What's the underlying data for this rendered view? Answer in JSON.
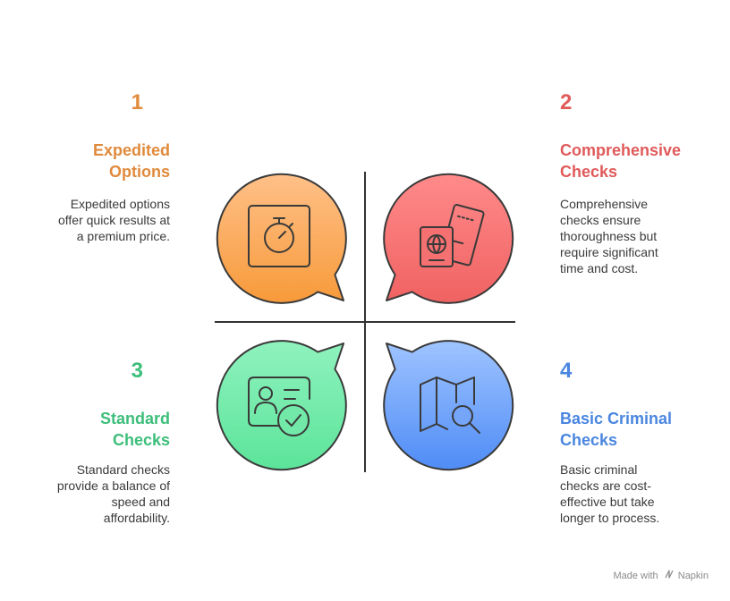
{
  "quadrants": [
    {
      "number": "1",
      "title_line1": "Expedited",
      "title_line2": "Options",
      "desc_lines": [
        "Expedited options",
        "offer quick results at",
        "a premium price."
      ],
      "color": "#E08A3C",
      "icon": "stopwatch-icon"
    },
    {
      "number": "2",
      "title_line1": "Comprehensive",
      "title_line2": "Checks",
      "desc_lines": [
        "Comprehensive",
        "checks ensure",
        "thoroughness but",
        "require significant",
        "time and cost."
      ],
      "color": "#E05A5A",
      "icon": "passport-ticket-icon"
    },
    {
      "number": "3",
      "title_line1": "Standard",
      "title_line2": "Checks",
      "desc_lines": [
        "Standard checks",
        "provide a balance of",
        "speed and",
        "affordability."
      ],
      "color": "#3DBE7A",
      "icon": "id-card-check-icon"
    },
    {
      "number": "4",
      "title_line1": "Basic Criminal",
      "title_line2": "Checks",
      "desc_lines": [
        "Basic criminal",
        "checks are cost-",
        "effective but take",
        "longer to process."
      ],
      "color": "#4A86E0",
      "icon": "map-search-icon"
    }
  ],
  "footer": {
    "made_with": "Made with",
    "brand": "Napkin"
  }
}
